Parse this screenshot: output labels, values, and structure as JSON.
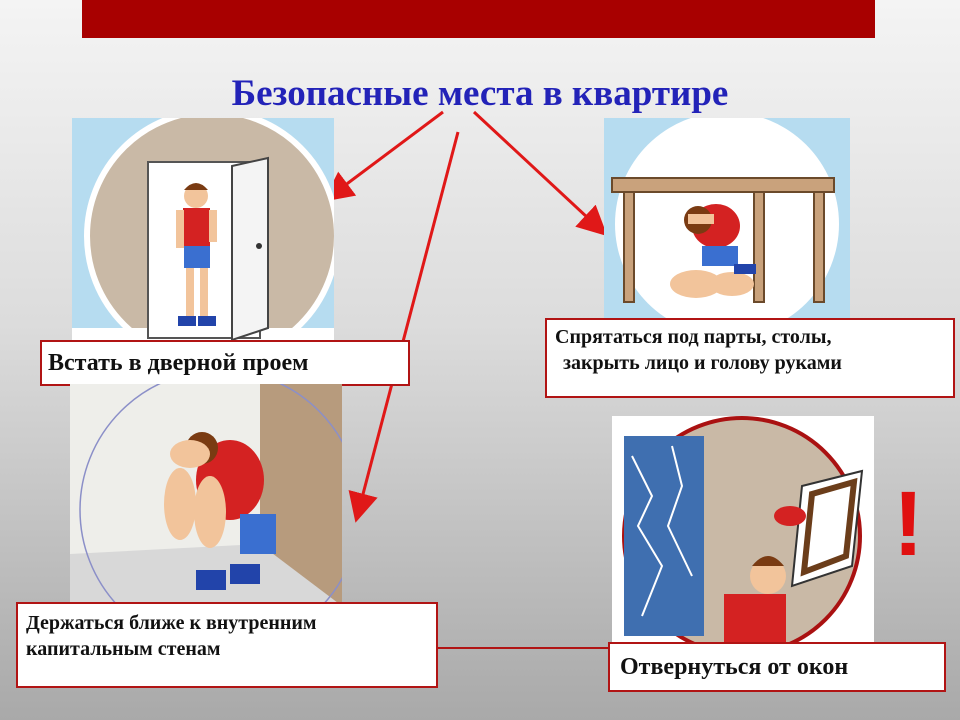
{
  "title": "Безопасные места в квартире",
  "labels": {
    "doorway": "Встать в дверной проем",
    "table_line1": "Спрятаться под парты, столы,",
    "table_line2": "закрыть лицо и голову руками",
    "wall_line1": "Держаться ближе к внутренним",
    "wall_line2": "капитальным стенам",
    "window": "Отвернуться от окон"
  },
  "exclamation": "!",
  "colors": {
    "banner": "#a80000",
    "title": "#2323b8",
    "arrow": "#e01818",
    "label_border": "#b11414"
  },
  "icons": [
    "doorway-illustration",
    "under-table-illustration",
    "wall-corner-illustration",
    "window-illustration"
  ]
}
